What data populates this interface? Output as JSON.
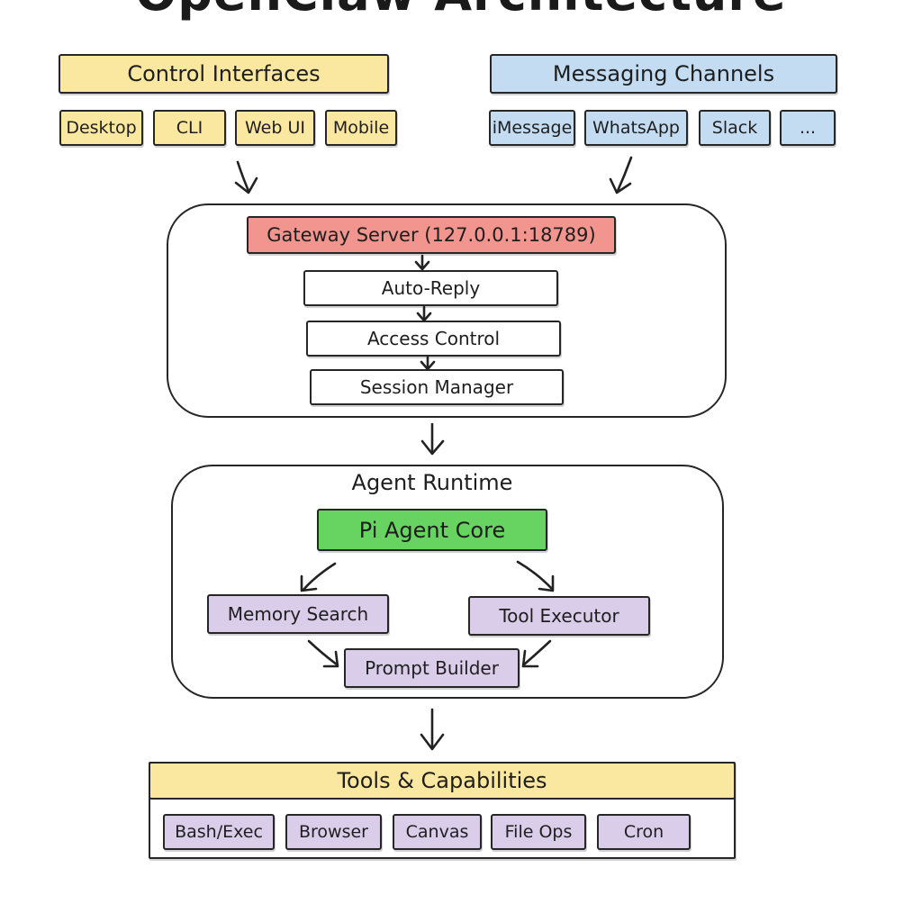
{
  "title": "OpenClaw Architecture",
  "control_interfaces": {
    "heading": "Control Interfaces",
    "items": [
      "Desktop",
      "CLI",
      "Web UI",
      "Mobile"
    ]
  },
  "messaging_channels": {
    "heading": "Messaging Channels",
    "items": [
      "iMessage",
      "WhatsApp",
      "Slack",
      "..."
    ]
  },
  "gateway": {
    "server": "Gateway Server (127.0.0.1:18789)",
    "auto_reply": "Auto-Reply",
    "access_control": "Access Control",
    "session_manager": "Session Manager"
  },
  "agent_runtime": {
    "label": "Agent Runtime",
    "core": "Pi Agent Core",
    "memory_search": "Memory Search",
    "tool_executor": "Tool Executor",
    "prompt_builder": "Prompt Builder"
  },
  "tools": {
    "heading": "Tools & Capabilities",
    "items": [
      "Bash/Exec",
      "Browser",
      "Canvas",
      "File Ops",
      "Cron"
    ]
  },
  "colors": {
    "yellow": "#fbe8a0",
    "blue": "#c3dcf1",
    "red": "#f3958f",
    "green": "#67d461",
    "purple": "#d9cdea"
  }
}
